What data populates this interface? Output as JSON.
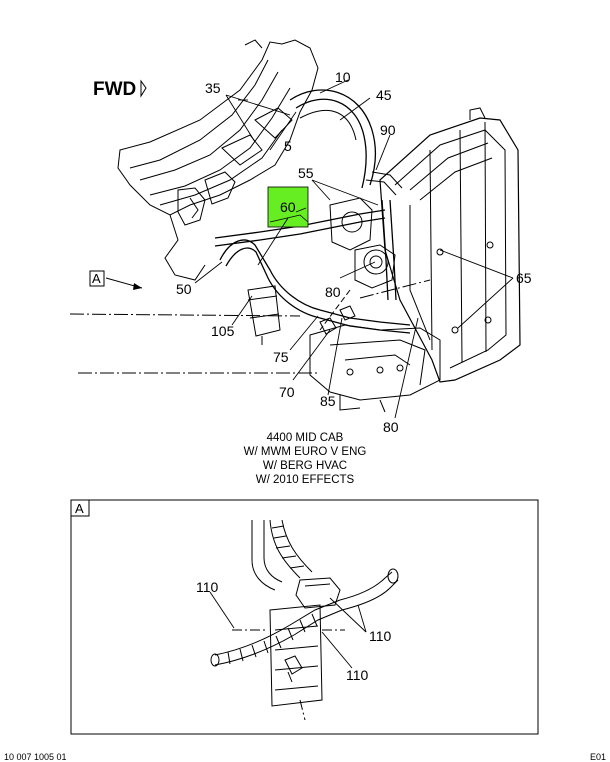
{
  "direction_label": "FWD",
  "view_label": "A",
  "callouts": {
    "c5": "5",
    "c10": "10",
    "c35": "35",
    "c45": "45",
    "c50": "50",
    "c55": "55",
    "c60": "60",
    "c65": "65",
    "c70": "70",
    "c75": "75",
    "c80a": "80",
    "c80b": "80",
    "c85": "85",
    "c90": "90",
    "c105": "105",
    "c110a": "110",
    "c110b": "110",
    "c110c": "110"
  },
  "caption": {
    "line1": "4400 MID CAB",
    "line2": "W/ MWM EURO V ENG",
    "line3": "W/ BERG HVAC",
    "line4": "W/ 2010 EFFECTS"
  },
  "footer": {
    "left": "10 007 1005 01",
    "right": "E01"
  },
  "colors": {
    "highlight": "#66ee22",
    "line": "#000000"
  }
}
